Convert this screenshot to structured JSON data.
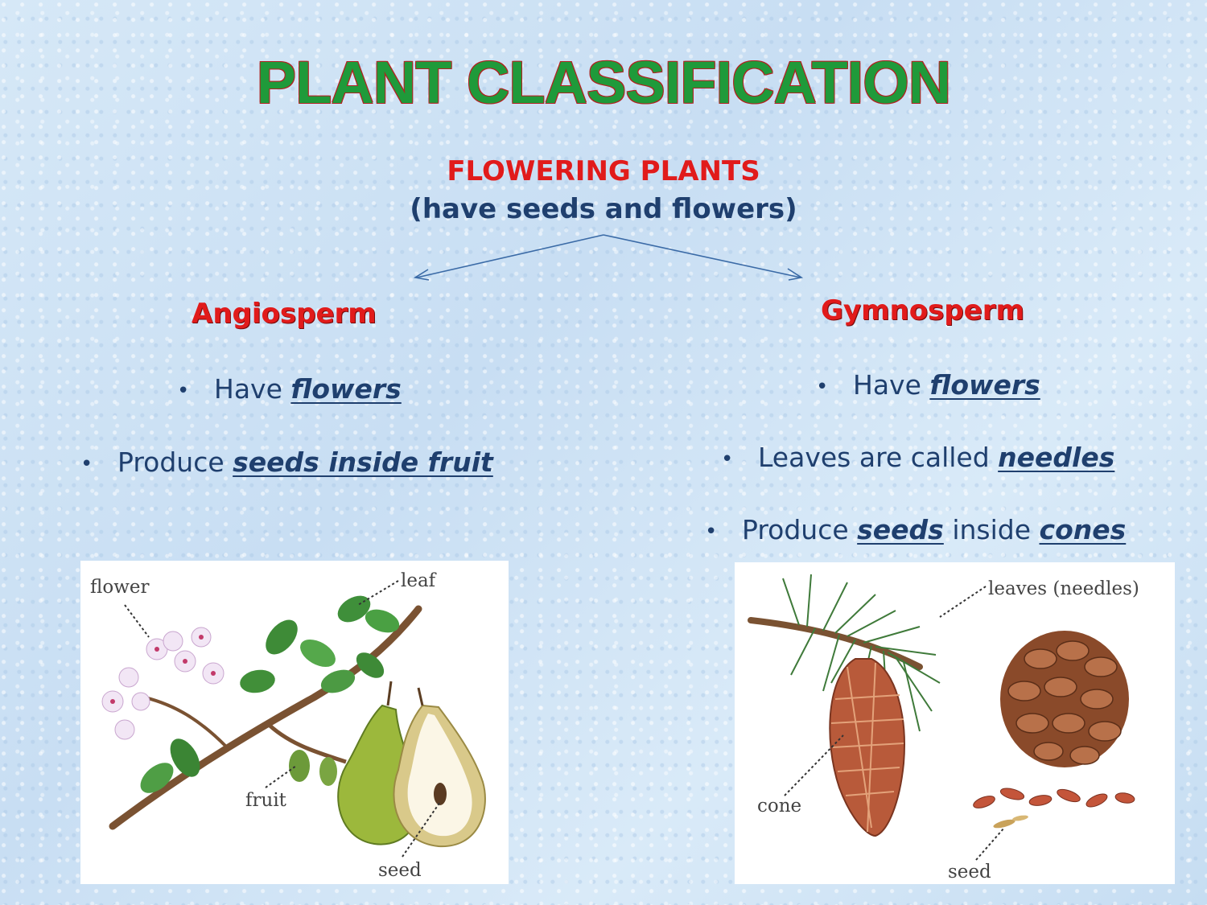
{
  "title": "PLANT CLASSIFICATION",
  "root": {
    "title": "FLOWERING PLANTS",
    "subtitle": "(have seeds and flowers)"
  },
  "angiosperm": {
    "heading": "Angiosperm",
    "bullet1": {
      "text": "Have ",
      "em": "flowers"
    },
    "bullet2": {
      "text": "Produce ",
      "em": "seeds inside fruit"
    },
    "labels": {
      "flower": "flower",
      "leaf": "leaf",
      "fruit": "fruit",
      "seed": "seed"
    }
  },
  "gymnosperm": {
    "heading": "Gymnosperm",
    "bullet1": {
      "text": "Have ",
      "em": "flowers"
    },
    "bullet2": {
      "text": "Leaves are called ",
      "em": "needles"
    },
    "bullet3": {
      "text": "Produce ",
      "em": "seeds",
      "text2": " inside ",
      "em2": "cones"
    },
    "labels": {
      "leaves": "leaves (needles)",
      "cone": "cone",
      "seed": "seed"
    }
  },
  "colors": {
    "title": "#1f9a3a",
    "heading": "#e11b1b",
    "text": "#1f3f6e",
    "arrow": "#3a6aa6"
  },
  "bullet_glyph": "•"
}
